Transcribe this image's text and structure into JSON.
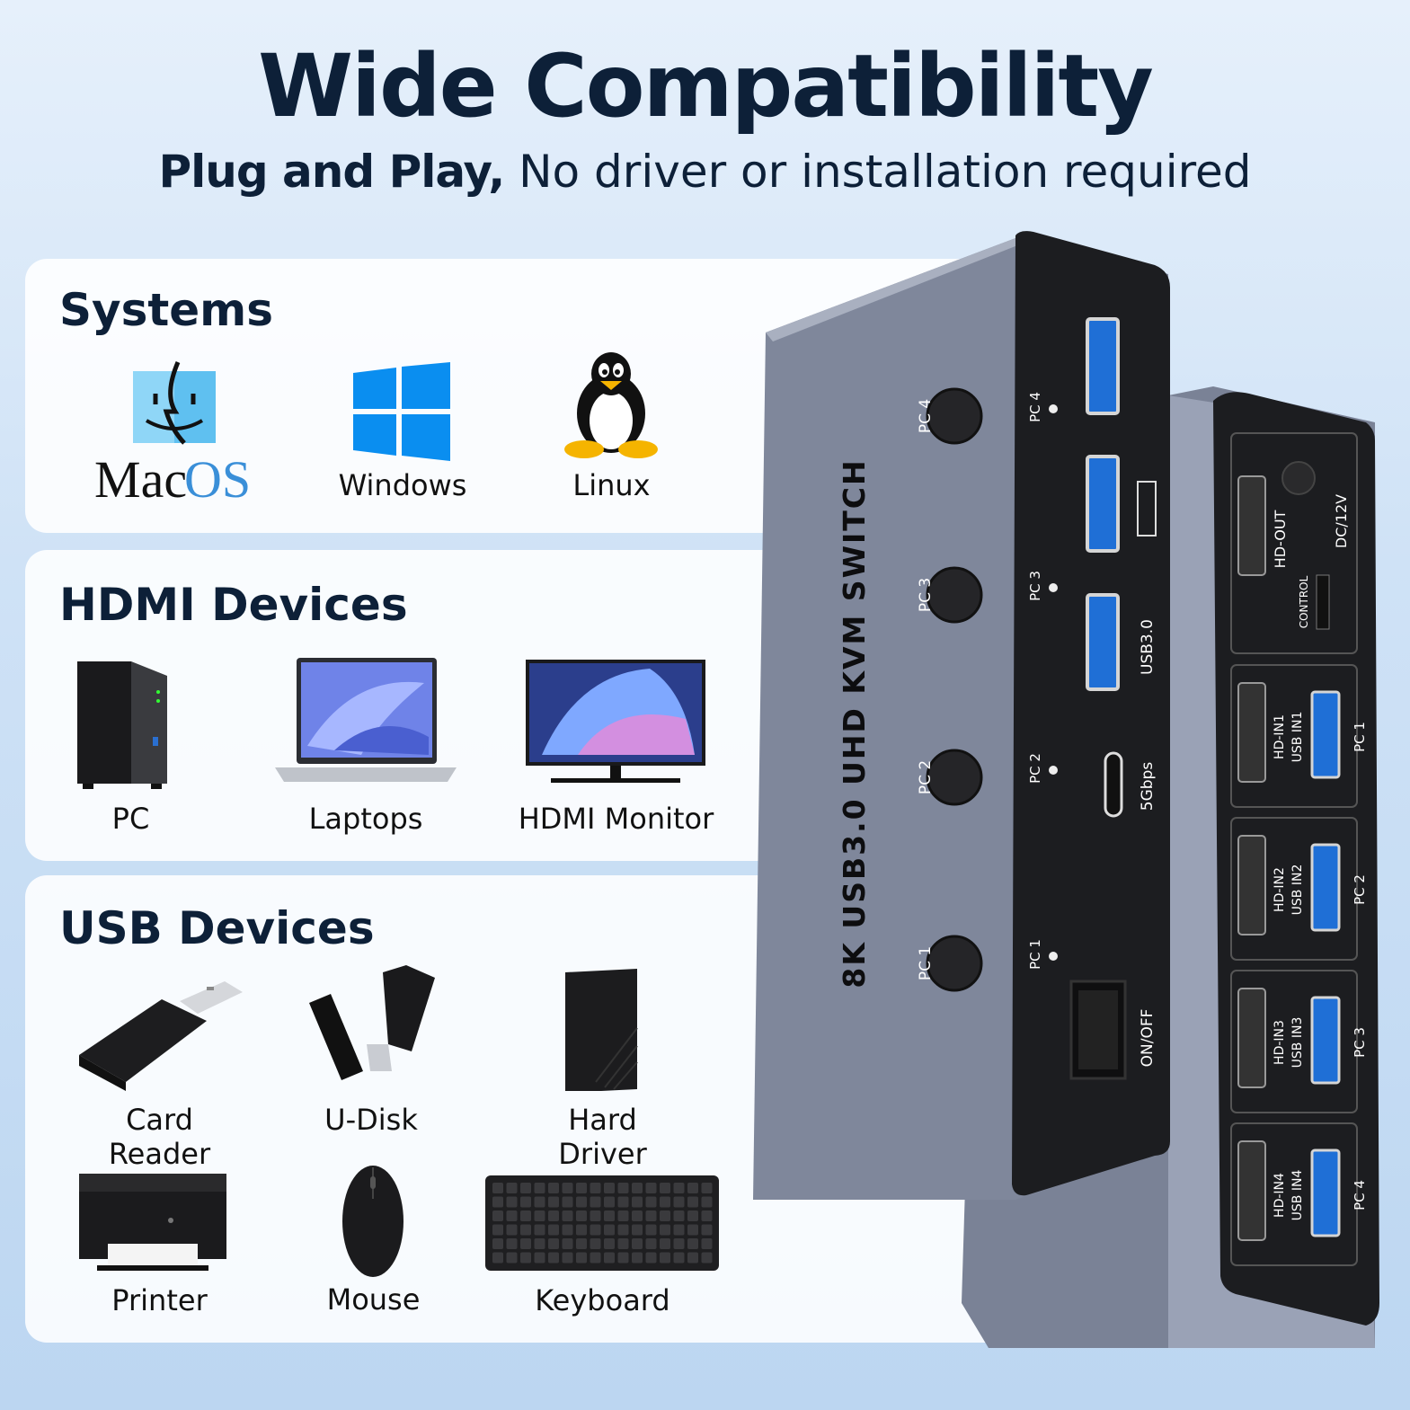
{
  "header": {
    "title": "Wide Compatibility",
    "subtitle_bold": "Plug and Play,",
    "subtitle_rest": " No driver or installation required"
  },
  "systems": {
    "heading": "Systems",
    "items": [
      {
        "label": "Windows",
        "icon": "windows-logo-icon"
      },
      {
        "label": "Linux",
        "icon": "linux-penguin-icon"
      }
    ],
    "macos_logo_text": "Mac OS"
  },
  "hdmi": {
    "heading": "HDMI Devices",
    "items": [
      {
        "label": "PC",
        "icon": "nas-pc-icon"
      },
      {
        "label": "Laptops",
        "icon": "laptop-icon"
      },
      {
        "label": "HDMI Monitor",
        "icon": "monitor-icon"
      }
    ]
  },
  "usb": {
    "heading": "USB Devices",
    "items": [
      {
        "label": "Card Reader",
        "icon": "card-reader-icon"
      },
      {
        "label": "U-Disk",
        "icon": "usb-drive-icon"
      },
      {
        "label": "Hard Driver",
        "icon": "hard-drive-icon"
      },
      {
        "label": "Printer",
        "icon": "printer-icon"
      },
      {
        "label": "Mouse",
        "icon": "mouse-icon"
      },
      {
        "label": "Keyboard",
        "icon": "keyboard-icon"
      }
    ]
  },
  "device": {
    "side_label": "8K USB3.0 UHD KVM SWITCH",
    "front": {
      "button_labels": [
        "PC 4",
        "PC 3",
        "PC 2",
        "PC 1"
      ],
      "led_labels": [
        "PC 4",
        "PC 3",
        "PC 2",
        "PC 1"
      ],
      "usb_label": "USB3.0",
      "typec_label": "5Gbps",
      "power_label": "ON/OFF"
    },
    "back": {
      "dc_label": "DC/12V",
      "out_label": "HD-OUT",
      "control_label": "CONTROL",
      "ports": [
        {
          "hd": "HD-IN1",
          "usb": "USB IN1",
          "pc": "PC 1"
        },
        {
          "hd": "HD-IN2",
          "usb": "USB IN2",
          "pc": "PC 2"
        },
        {
          "hd": "HD-IN3",
          "usb": "USB IN3",
          "pc": "PC 3"
        },
        {
          "hd": "HD-IN4",
          "usb": "USB IN4",
          "pc": "PC 4"
        }
      ]
    }
  },
  "colors": {
    "heading": "#0d2038",
    "usb_blue": "#1f6fd6",
    "device_body": "#8e96aa",
    "device_face": "#1c1d20",
    "windows_blue": "#0a8ef0"
  }
}
